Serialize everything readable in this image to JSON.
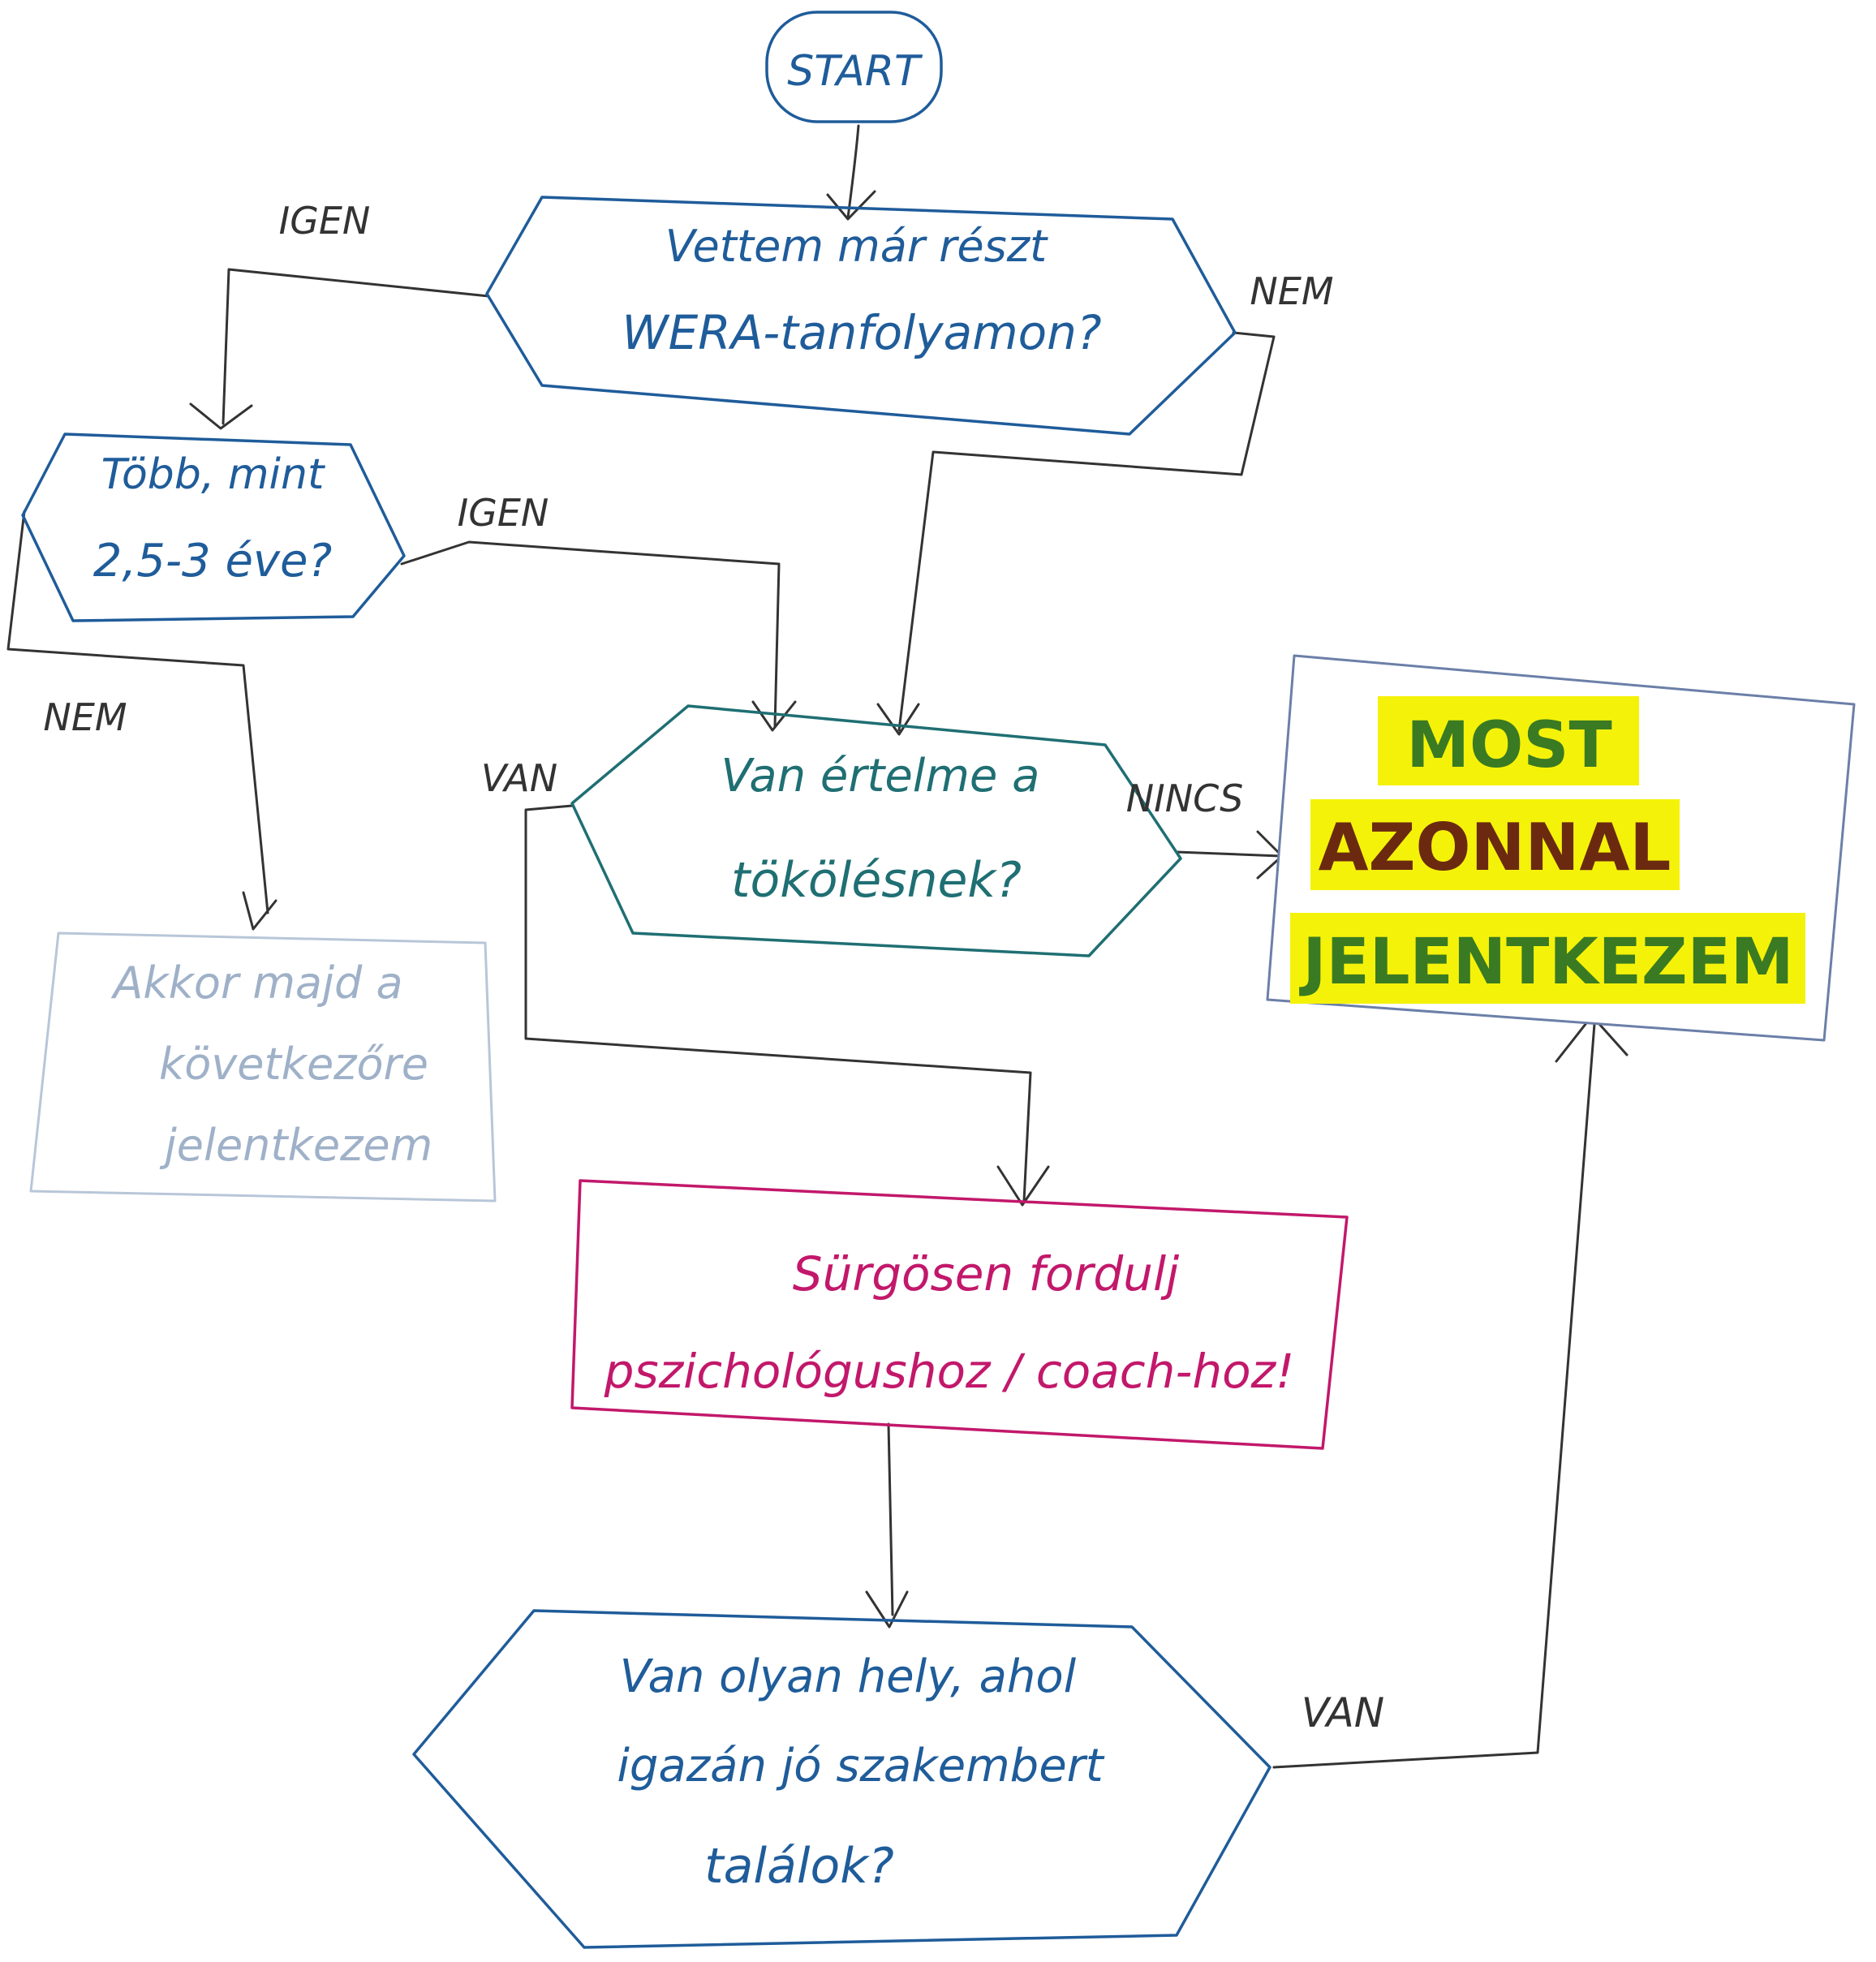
{
  "nodes": {
    "start": {
      "text": "START"
    },
    "q1": {
      "line1": "Vettem már részt",
      "line2": "WERA-tanfolyamon?"
    },
    "q2": {
      "line1": "Több, mint",
      "line2": "2,5-3 éve?"
    },
    "q3": {
      "line1": "Van értelme a",
      "line2": "tökölésnek?"
    },
    "end_later": {
      "line1": "Akkor majd a",
      "line2": "következőre",
      "line3": "jelentkezem"
    },
    "end_now": {
      "line1": "MOST",
      "line2": "AZONNAL",
      "line3": "JELENTKEZEM"
    },
    "help": {
      "line1": "Sürgösen fordulj",
      "line2": "pszichológushoz / coach-hoz!"
    },
    "q4": {
      "line1": "Van olyan hely, ahol",
      "line2": "igazán jó szakembert",
      "line3": "találok?"
    }
  },
  "edge_labels": {
    "q1_yes": "IGEN",
    "q1_no": "NEM",
    "q2_yes": "IGEN",
    "q2_no": "NEM",
    "q3_yes": "VAN",
    "q3_no": "NINCS",
    "q4_yes": "VAN"
  },
  "colors": {
    "blue": "#1f5c9a",
    "teal": "#1f6f73",
    "magenta": "#c2186b",
    "gray": "#9fb1c8",
    "highlight": "#f5f20a",
    "line": "#333333"
  }
}
